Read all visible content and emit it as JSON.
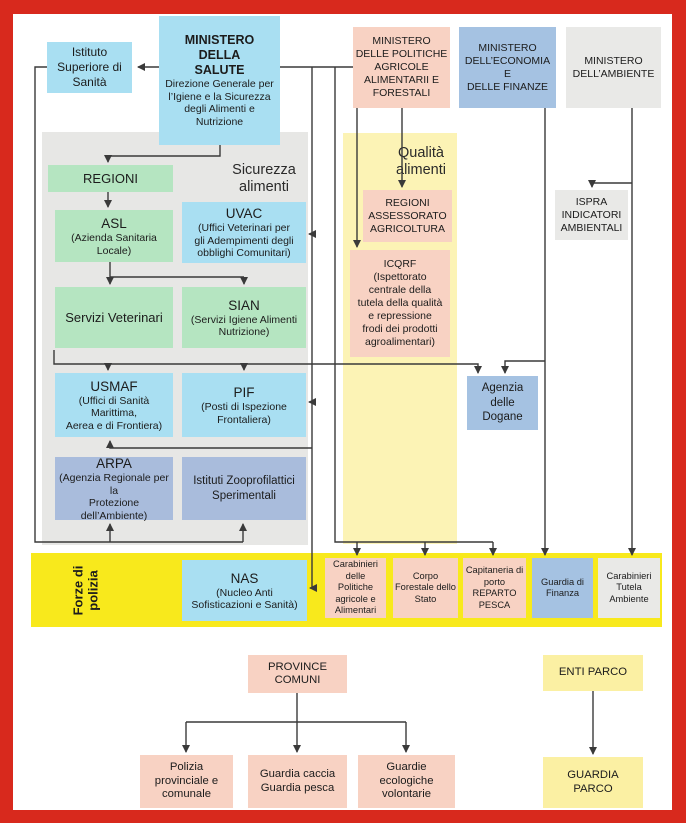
{
  "colors": {
    "border_red": "#d8291d",
    "cyan_box": "#a9dff2",
    "green_box": "#b5e5c1",
    "pink_box": "#f8d2c3",
    "blue_box": "#a5c2e2",
    "periwinkle_box": "#a9bcdc",
    "gray_box": "#e9e9e7",
    "gray_panel": "#e7e7e5",
    "yellow_column": "#fcf3b5",
    "yellow_bar": "#f8e91c",
    "yellow_soft": "#fbf0a3",
    "line": "#3a3a3a"
  },
  "labels": {
    "iss": "Istituto\nSuperiore di\nSanità",
    "salute_title": "MINISTERO\nDELLA\nSALUTE",
    "salute_sub": "Direzione Generale per\nl’Igiene e la Sicurezza\ndegli Alimenti e\nNutrizione",
    "mipaaf": "MINISTERO\nDELLE POLITICHE\nAGRICOLE\nALIMENTARII  E\nFORESTALI",
    "mef": "MINISTERO\nDELL’ECONOMIA E\nDELLE FINANZE",
    "ambiente": "MINISTERO\nDELL’AMBIENTE",
    "sicurezza": "Sicurezza\nalimenti",
    "qualita": "Qualità\nalimenti",
    "regioni": "REGIONI",
    "asl_title": "ASL",
    "asl_sub": "(Azienda Sanitaria\nLocale)",
    "uvac_title": "UVAC",
    "uvac_sub": "(Uffici Veterinari per\ngli Adempimenti degli\nobblighi Comunitari)",
    "servizi_veterinari": "Servizi Veterinari",
    "sian_title": "SIAN",
    "sian_sub": "(Servizi Igiene Alimenti\nNutrizione)",
    "usmaf_title": "USMAF",
    "usmaf_sub": "(Uffici di Sanità Marittima,\nAerea e di Frontiera)",
    "pif_title": "PIF",
    "pif_sub": "(Posti di Ispezione\nFrontaliera)",
    "arpa_title": "ARPA",
    "arpa_sub": "(Agenzia Regionale per la\nProtezione dell’Ambiente)",
    "izs": "Istituti Zooprofilattici\nSperimentali",
    "regioni_assessorato": "REGIONI\nASSESSORATO\nAGRICOLTURA",
    "icqrf_title": "ICQRF",
    "icqrf_sub": "(Ispettorato\ncentrale della\ntutela della qualità\ne repressione\nfrodi dei prodotti\nagroalimentari)",
    "ispra": "ISPRA\nINDICATORI\nAMBIENTALI",
    "dogane": "Agenzia delle\nDogane",
    "forze": "Forze di\npolizia",
    "nas_title": "NAS",
    "nas_sub": "(Nucleo Anti\nSofisticazioni e Sanità)",
    "carabinieri_politiche": "Carabinieri\ndelle Politiche\nagricole e\nAlimentari",
    "corpo_forestale": "Corpo\nForestale  dello\nStato",
    "capitaneria": "Capitaneria di\nporto\nREPARTO\nPESCA",
    "guardia_finanza": "Guardia di\nFinanza",
    "carabinieri_tutela": "Carabinieri\nTutela\nAmbiente",
    "province_comuni": "PROVINCE\nCOMUNI",
    "polizia_provinciale": "Polizia\nprovinciale e\ncomunale",
    "guardia_caccia": "Guardia caccia\nGuardia pesca",
    "guardie_ecologiche": "Guardie\necologiche\nvolontarie",
    "enti_parco": "ENTI PARCO",
    "guardia_parco": "GUARDIA\nPARCO"
  }
}
